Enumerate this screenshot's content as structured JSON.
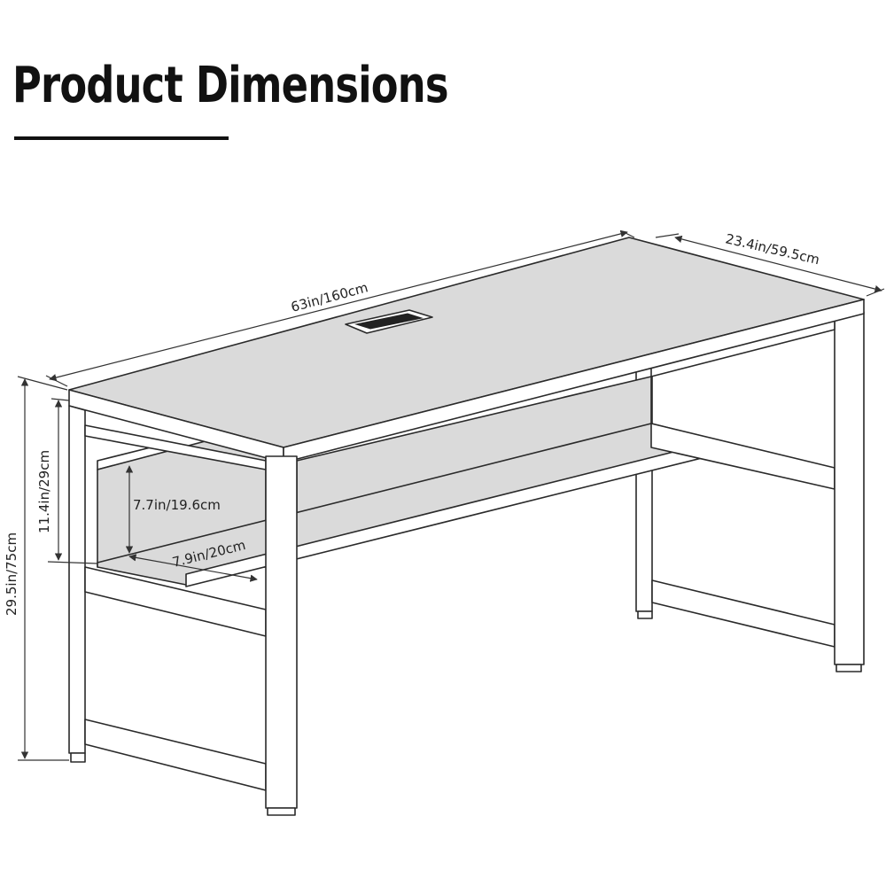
{
  "title": "Product Dimensions",
  "dimensions": {
    "length": "63in/160cm",
    "depth": "23.4in/59.5cm",
    "total_height": "29.5in/75cm",
    "shelf_to_top_height": "11.4in/29cm",
    "shelf_clearance": "7.7in/19.6cm",
    "shelf_depth": "7.9in/20cm"
  },
  "colors": {
    "desktop": "#dadada",
    "frame": "#ffffff",
    "outline": "#2a2a2a"
  }
}
